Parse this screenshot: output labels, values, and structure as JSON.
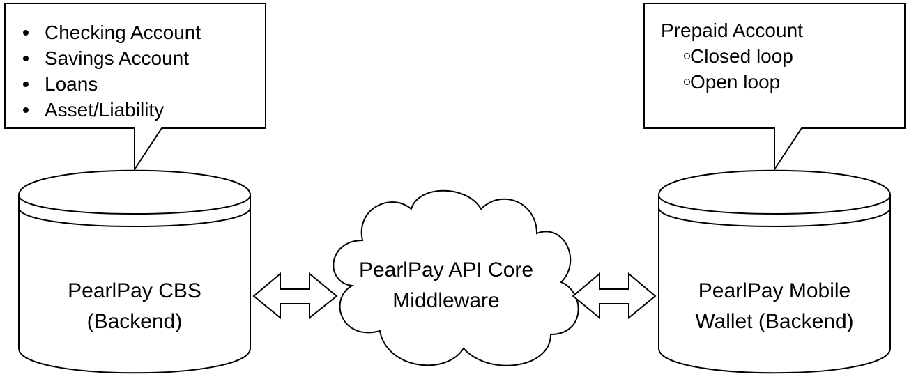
{
  "left_callout": {
    "items": [
      "Checking Account",
      "Savings Account",
      "Loans",
      "Asset/Liability"
    ]
  },
  "right_callout": {
    "title": "Prepaid Account",
    "items": [
      "Closed loop",
      "Open loop"
    ]
  },
  "cbs": {
    "line1": "PearlPay CBS",
    "line2": "(Backend)"
  },
  "middleware": {
    "line1": "PearlPay API Core",
    "line2": "Middleware"
  },
  "wallet": {
    "line1": "PearlPay Mobile",
    "line2": "Wallet (Backend)"
  }
}
